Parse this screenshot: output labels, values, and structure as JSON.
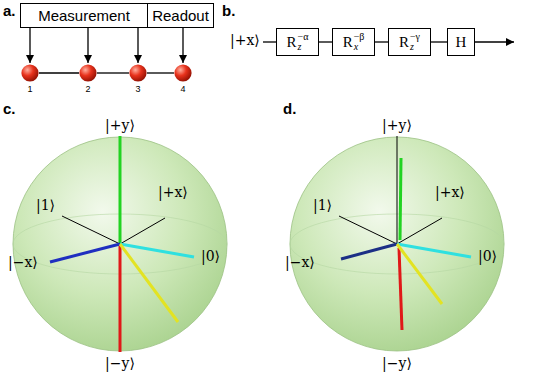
{
  "diagram": {
    "nodes": [
      {
        "text": [
          "Measurement"
        ]
      },
      {
        "text": [
          "Readout"
        ]
      },
      {
        "text": [
          "1"
        ]
      },
      {
        "text": [
          "2"
        ]
      },
      {
        "text": [
          "3"
        ]
      },
      {
        "text": [
          "4"
        ]
      },
      {
        "text": [
          "R",
          "z",
          "−α"
        ]
      },
      {
        "text": [
          "R",
          "x",
          "−β"
        ]
      },
      {
        "text": [
          "R",
          "z",
          "−γ"
        ]
      },
      {
        "text": [
          "H"
        ]
      }
    ],
    "edges": [
      {
        "from": 0,
        "to": 2,
        "arrow": "to"
      },
      {
        "from": 0,
        "to": 3,
        "arrow": "to"
      },
      {
        "from": 0,
        "to": 4,
        "arrow": "to"
      },
      {
        "from": 1,
        "to": 5,
        "arrow": "to"
      },
      {
        "from": 2,
        "to": 3,
        "arrow": "none"
      },
      {
        "from": 3,
        "to": 4,
        "arrow": "none"
      },
      {
        "from": 4,
        "to": 5,
        "arrow": "none"
      },
      {
        "from": 6,
        "to": 7,
        "arrow": "none"
      },
      {
        "from": 7,
        "to": 8,
        "arrow": "none"
      },
      {
        "from": 8,
        "to": 9,
        "arrow": "none"
      }
    ],
    "labels": [
      "a.",
      "b.",
      "|+x⟩",
      "c.",
      "|+y⟩",
      "|1⟩",
      "|+x⟩",
      "|−x⟩",
      "|0⟩",
      "|−y⟩",
      "d.",
      "|+y⟩",
      "|1⟩",
      "|+x⟩",
      "|−x⟩",
      "|0⟩",
      "|−y⟩"
    ]
  }
}
